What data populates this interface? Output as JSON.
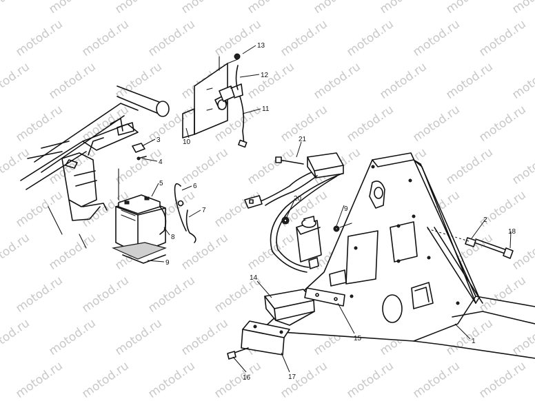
{
  "watermark": {
    "text": "motod.ru"
  },
  "callouts": {
    "c1": "1",
    "c2": "2",
    "c3": "3",
    "c4": "4",
    "c5": "5",
    "c6": "6",
    "c7": "7",
    "c8": "8",
    "c9a": "9",
    "c9b": "9",
    "c10": "10",
    "c11": "11",
    "c12": "12",
    "c13": "13",
    "c14": "14",
    "c15": "15",
    "c16": "16",
    "c17": "17",
    "c18": "18",
    "c20": "20",
    "c21": "21"
  }
}
